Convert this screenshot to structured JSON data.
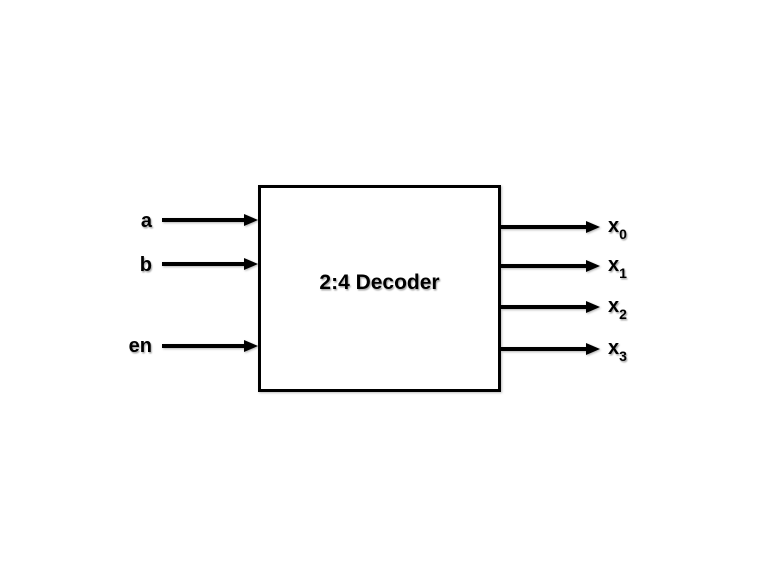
{
  "diagram": {
    "title": "2:4 Decoder",
    "inputs": [
      {
        "label": "a"
      },
      {
        "label": "b"
      },
      {
        "label": "en"
      }
    ],
    "outputs": [
      {
        "base": "x",
        "sub": "0"
      },
      {
        "base": "x",
        "sub": "1"
      },
      {
        "base": "x",
        "sub": "2"
      },
      {
        "base": "x",
        "sub": "3"
      }
    ],
    "colors": {
      "line": "#000000",
      "text": "#000000",
      "background": "#ffffff"
    }
  }
}
